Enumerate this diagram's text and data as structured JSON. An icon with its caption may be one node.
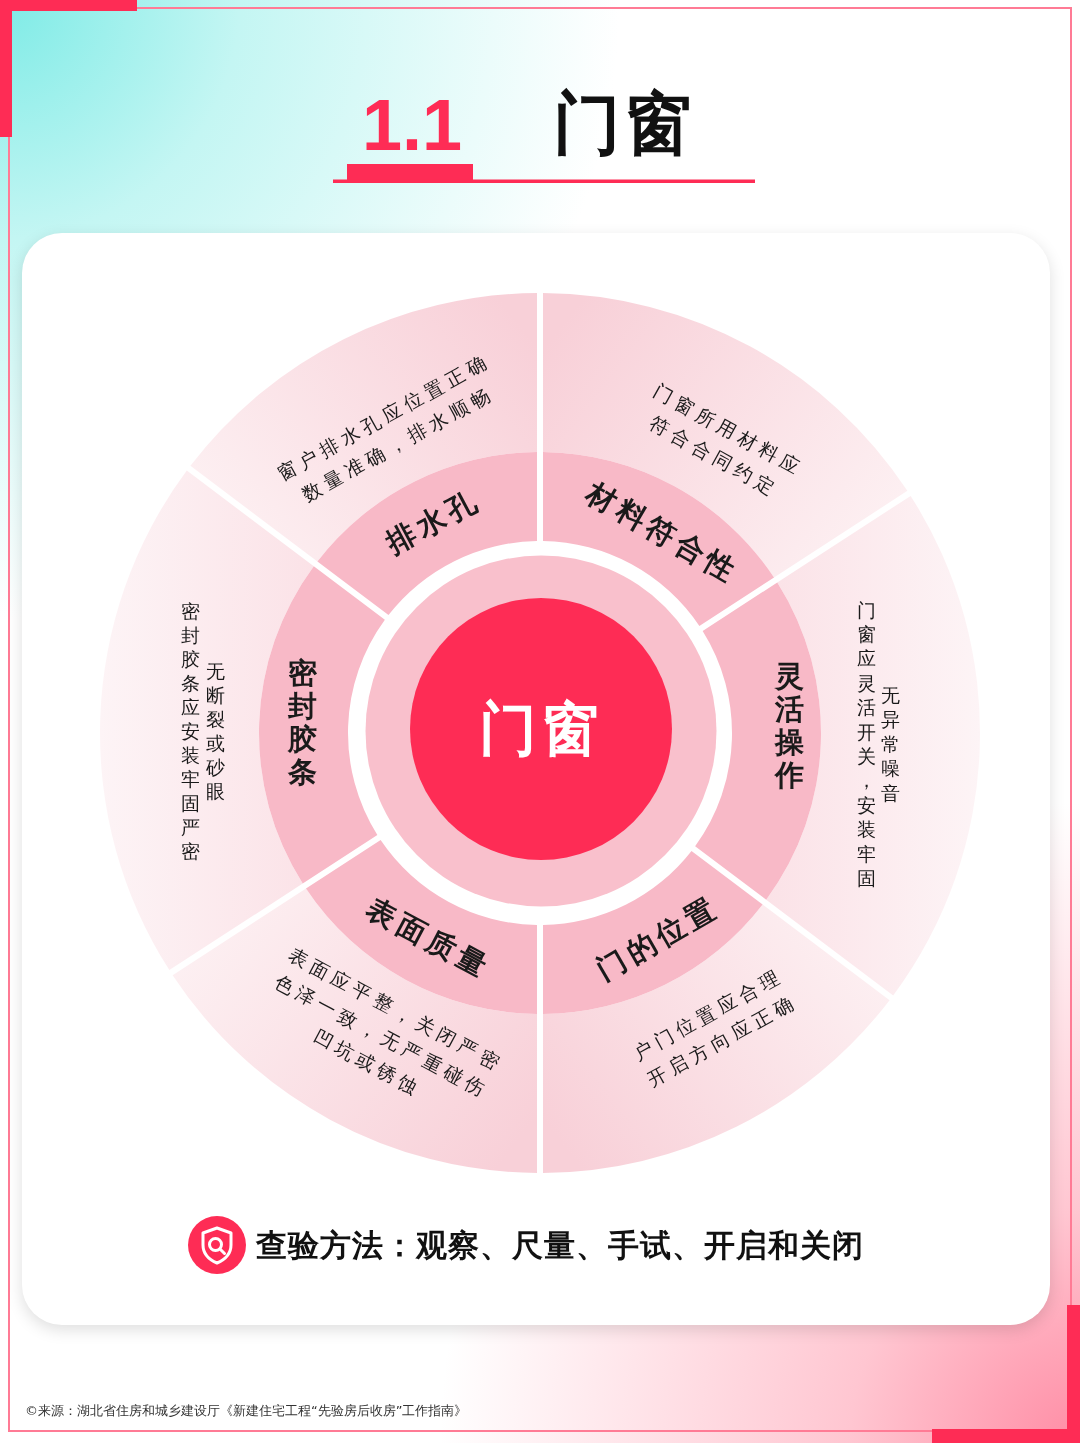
{
  "diagram": {
    "title": "门窗",
    "nodes": [
      {
        "text": [
          "门窗"
        ]
      },
      {
        "text": [
          "排水孔"
        ]
      },
      {
        "text": [
          "材料符合性"
        ]
      },
      {
        "text": [
          "灵活操作"
        ]
      },
      {
        "text": [
          "门的位置"
        ]
      },
      {
        "text": [
          "表面质量"
        ]
      },
      {
        "text": [
          "密封胶条"
        ]
      },
      {
        "text": [
          "窗户排水孔应位置正确数量准确，排水顺畅"
        ]
      },
      {
        "text": [
          "门窗所用材料应符合合同约定"
        ]
      },
      {
        "text": [
          "门窗应灵活开关，安装牢固无异常噪音"
        ]
      },
      {
        "text": [
          "户门位置应合理开启方向应正确"
        ]
      },
      {
        "text": [
          "表面应平整，关闭严密色泽一致，无严重碰伤凹坑或锈蚀"
        ]
      },
      {
        "text": [
          "密封胶条应安装牢固严密无断裂或砂眼"
        ]
      }
    ],
    "labels": [
      "1.1",
      "查验方法：观察、尺量、手试、开启和关闭",
      "©来源：湖北省住房和城乡建设厅《新建住宅工程“先验房后收房”工作指南》"
    ]
  }
}
